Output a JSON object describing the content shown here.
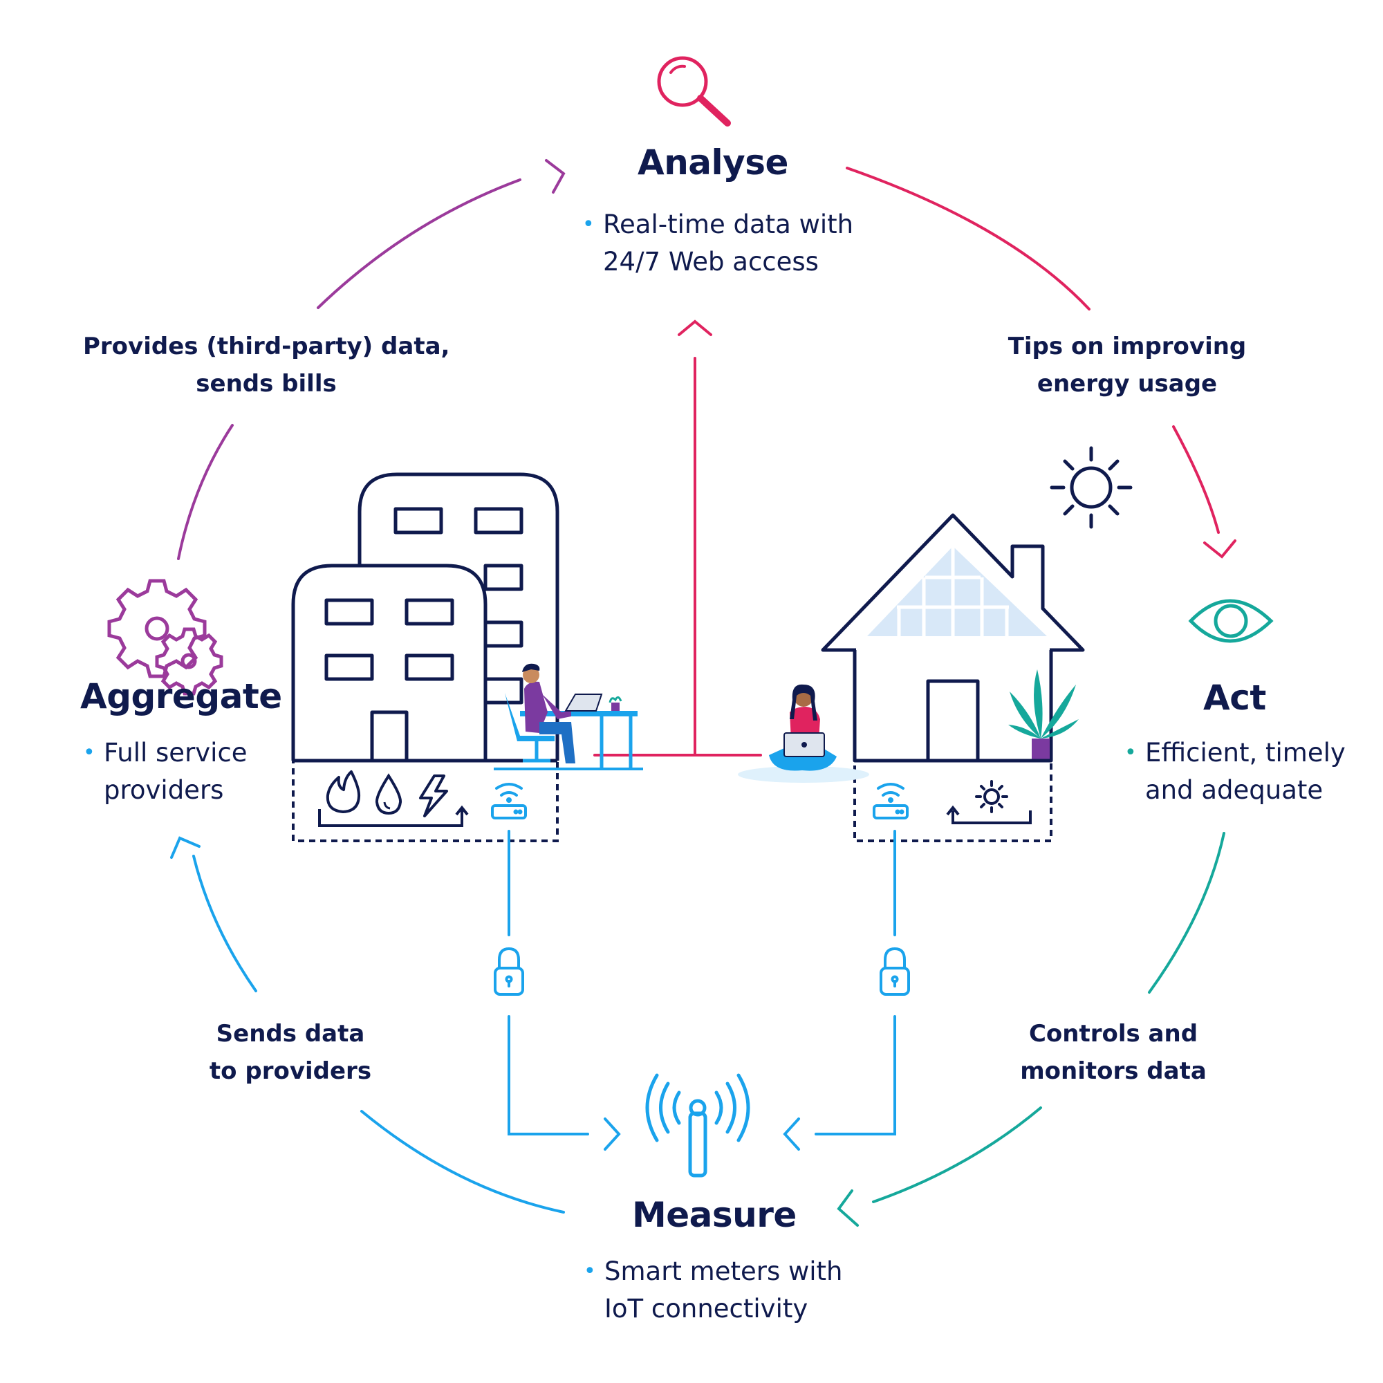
{
  "stages": {
    "analyse": {
      "title": "Analyse",
      "lines": [
        "Real-time data with",
        "24/7 Web access"
      ]
    },
    "act": {
      "title": "Act",
      "lines": [
        "Efficient, timely",
        "and adequate"
      ]
    },
    "measure": {
      "title": "Measure",
      "lines": [
        "Smart meters with",
        "IoT connectivity"
      ]
    },
    "aggregate": {
      "title": "Aggregate",
      "lines": [
        "Full service",
        "providers"
      ]
    }
  },
  "edges": {
    "top_left": [
      "Provides (third-party) data,",
      "sends bills"
    ],
    "top_right": [
      "Tips on improving",
      "energy usage"
    ],
    "bottom_left": [
      "Sends data",
      "to providers"
    ],
    "bottom_right": [
      "Controls and",
      "monitors data"
    ]
  },
  "colors": {
    "navy": "#0f1a4d",
    "pink": "#e0235f",
    "purple": "#9b3a9b",
    "blue": "#1aa3ec",
    "teal": "#15a89b",
    "window_light": "#d8e8f8"
  },
  "icons": [
    "magnifier-icon",
    "eye-icon",
    "gears-icon",
    "antenna-icon",
    "sun-icon",
    "lock-icon",
    "router-icon",
    "flame-icon",
    "drop-icon",
    "bolt-icon"
  ]
}
